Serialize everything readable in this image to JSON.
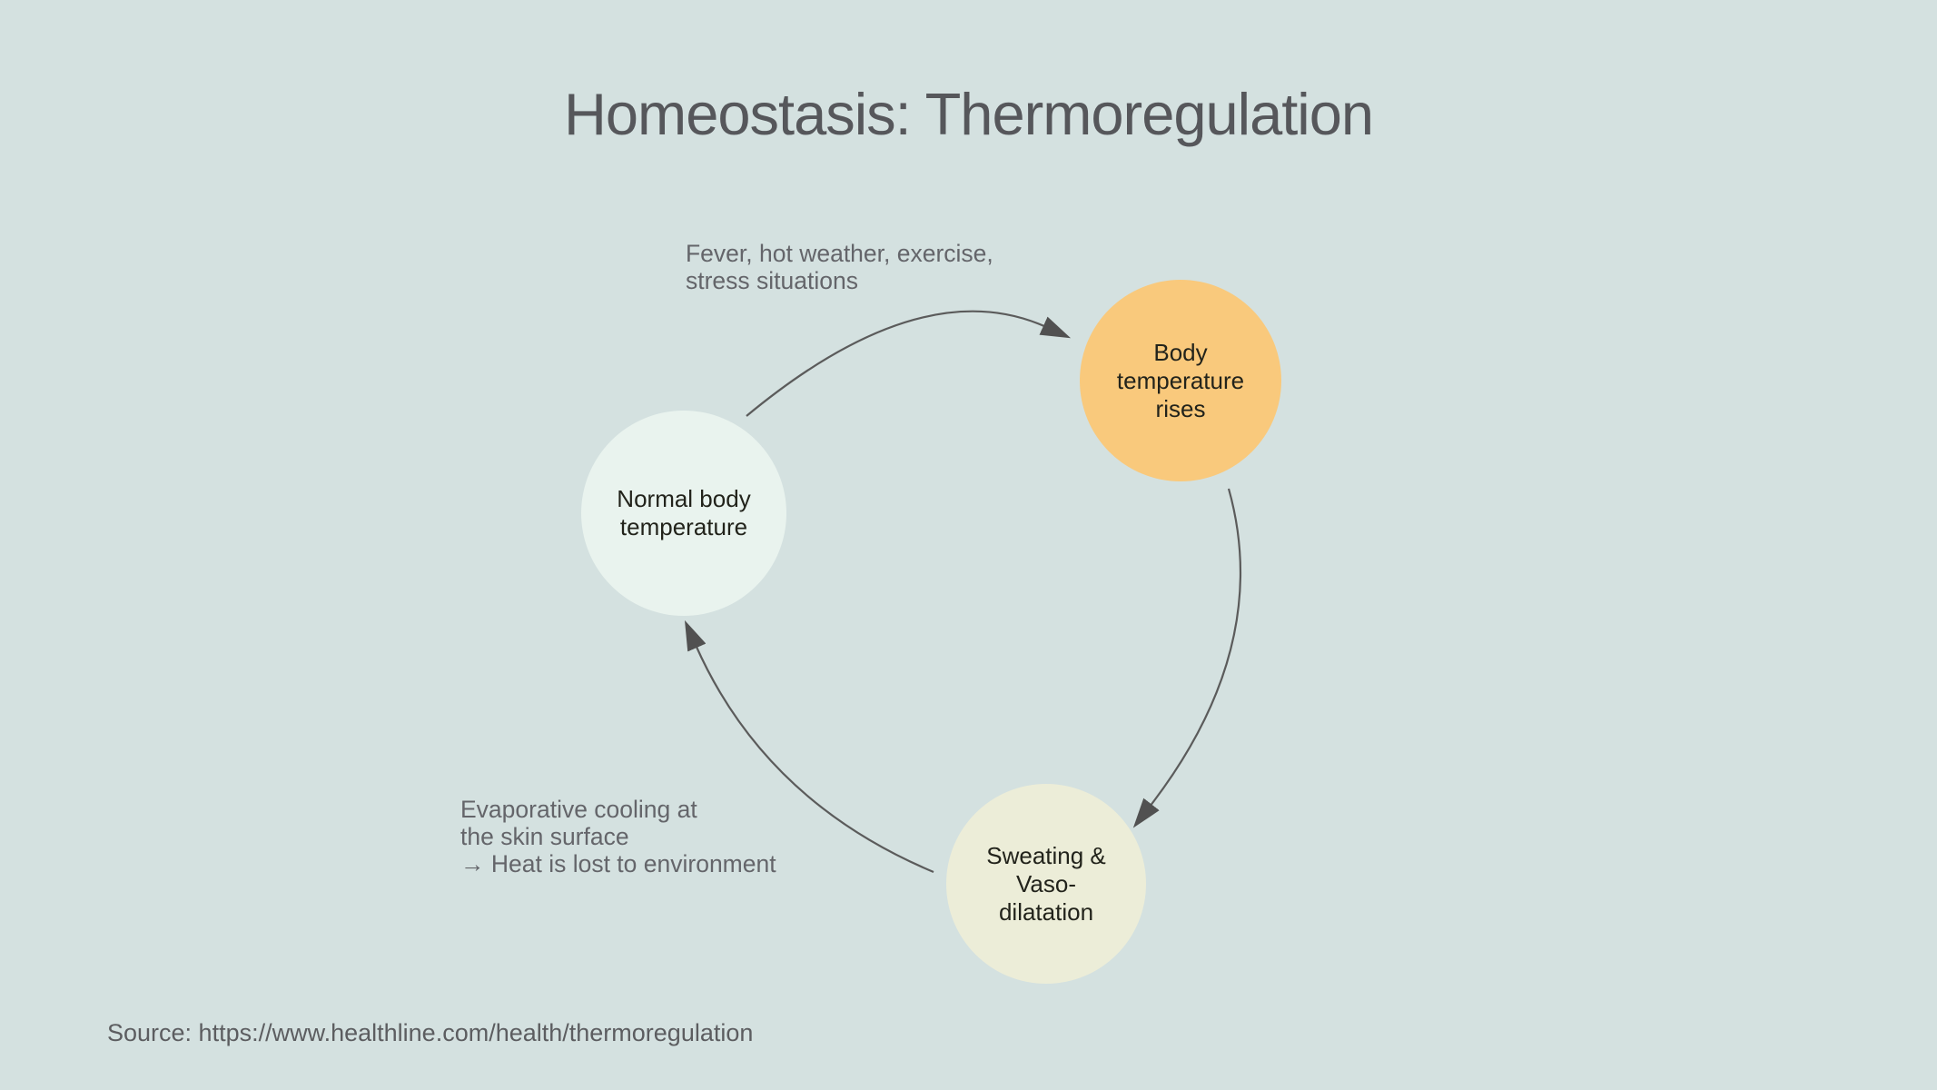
{
  "title": "Homeostasis: Thermoregulation",
  "colors": {
    "background": "#d4e1e0",
    "title_text": "#56575b",
    "annotation_text": "#64656a",
    "node_text": "#22231b",
    "arrow_stroke": "#5b5b5b",
    "node_normal_fill": "#e9f3ee",
    "node_rises_fill": "#f9c97c",
    "node_sweating_fill": "#ecedd8"
  },
  "nodes": {
    "normal": {
      "lines": [
        "Normal body",
        "temperature"
      ]
    },
    "rises": {
      "lines": [
        "Body",
        "temperature",
        "rises"
      ]
    },
    "sweating": {
      "lines": [
        "Sweating &",
        "Vaso-",
        "dilatation"
      ]
    }
  },
  "annotations": {
    "heat_triggers": {
      "lines": [
        "Fever, hot weather, exercise,",
        "stress situations"
      ]
    },
    "cooling": {
      "lines": [
        "Evaporative cooling at",
        "the skin surface",
        "→ Heat is lost to environment"
      ]
    }
  },
  "edges": [
    {
      "from": "normal",
      "to": "rises",
      "label": "Fever, hot weather, exercise, stress situations"
    },
    {
      "from": "rises",
      "to": "sweating",
      "label": ""
    },
    {
      "from": "sweating",
      "to": "normal",
      "label": "Evaporative cooling at the skin surface → Heat is lost to environment"
    }
  ],
  "source_note": "Source: https://www.healthline.com/health/thermoregulation"
}
